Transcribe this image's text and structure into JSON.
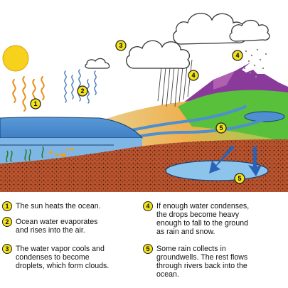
{
  "diagram": {
    "markers": [
      "1",
      "2",
      "3",
      "4",
      "4",
      "5",
      "5"
    ],
    "steps": [
      {
        "number": "1",
        "text": "The sun heats the ocean."
      },
      {
        "number": "2",
        "text": "Ocean water evaporates\nand rises into the air."
      },
      {
        "number": "3",
        "text": "The water vapor cools and\ncondenses to become\ndroplets, which form clouds."
      },
      {
        "number": "4",
        "text": "If enough water condenses,\nthe drops become heavy\nenough to fall to the ground\nas rain and snow."
      },
      {
        "number": "5",
        "text": "Some rain collects in\ngroundwells. The rest flows\nthrough rivers back into the\nocean."
      }
    ]
  },
  "colors": {
    "sky": "#ffffff",
    "sun": "#f6d21c",
    "heat_waves": "#e8901c",
    "vapor": "#3a6fb8",
    "ocean": "#4d8fd0",
    "soil": "#b8532e",
    "grass": "#58c03a",
    "mountain": "#8a3a9a",
    "badge": "#f4e31b"
  }
}
